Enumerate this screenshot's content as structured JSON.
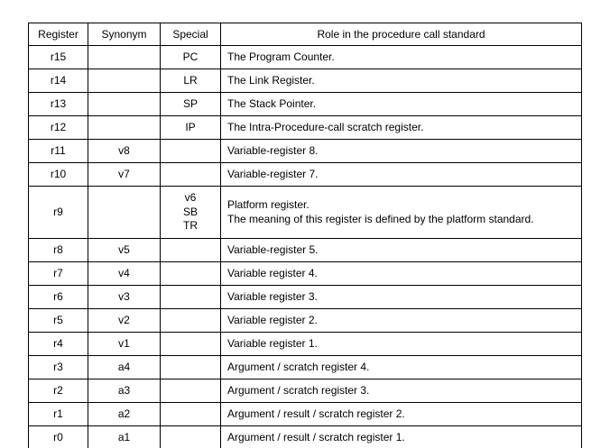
{
  "document": {
    "background_color": "#ffffff",
    "text_color": "#000000",
    "border_color": "#000000"
  },
  "table": {
    "headers": {
      "register": "Register",
      "synonym": "Synonym",
      "special": "Special",
      "role": "Role in the procedure call standard"
    },
    "rows": [
      {
        "register": "r15",
        "synonym": "",
        "special": "PC",
        "role": "The Program Counter."
      },
      {
        "register": "r14",
        "synonym": "",
        "special": "LR",
        "role": "The Link Register."
      },
      {
        "register": "r13",
        "synonym": "",
        "special": "SP",
        "role": "The Stack Pointer."
      },
      {
        "register": "r12",
        "synonym": "",
        "special": "IP",
        "role": "The Intra-Procedure-call scratch register."
      },
      {
        "register": "r11",
        "synonym": "v8",
        "special": "",
        "role": "Variable-register 8."
      },
      {
        "register": "r10",
        "synonym": "v7",
        "special": "",
        "role": "Variable-register 7."
      },
      {
        "register": "r9",
        "synonym": "",
        "special_lines": [
          "v6",
          "SB",
          "TR"
        ],
        "role_lines": [
          "Platform register.",
          "The meaning of this register is defined by the platform standard."
        ]
      },
      {
        "register": "r8",
        "synonym": "v5",
        "special": "",
        "role": "Variable-register 5."
      },
      {
        "register": "r7",
        "synonym": "v4",
        "special": "",
        "role": "Variable register 4."
      },
      {
        "register": "r6",
        "synonym": "v3",
        "special": "",
        "role": "Variable register 3."
      },
      {
        "register": "r5",
        "synonym": "v2",
        "special": "",
        "role": "Variable register 2."
      },
      {
        "register": "r4",
        "synonym": "v1",
        "special": "",
        "role": "Variable register 1."
      },
      {
        "register": "r3",
        "synonym": "a4",
        "special": "",
        "role": "Argument / scratch register 4."
      },
      {
        "register": "r2",
        "synonym": "a3",
        "special": "",
        "role": "Argument / scratch register 3."
      },
      {
        "register": "r1",
        "synonym": "a2",
        "special": "",
        "role": "Argument / result / scratch register 2."
      },
      {
        "register": "r0",
        "synonym": "a1",
        "special": "",
        "role": "Argument / result / scratch register 1."
      }
    ]
  }
}
